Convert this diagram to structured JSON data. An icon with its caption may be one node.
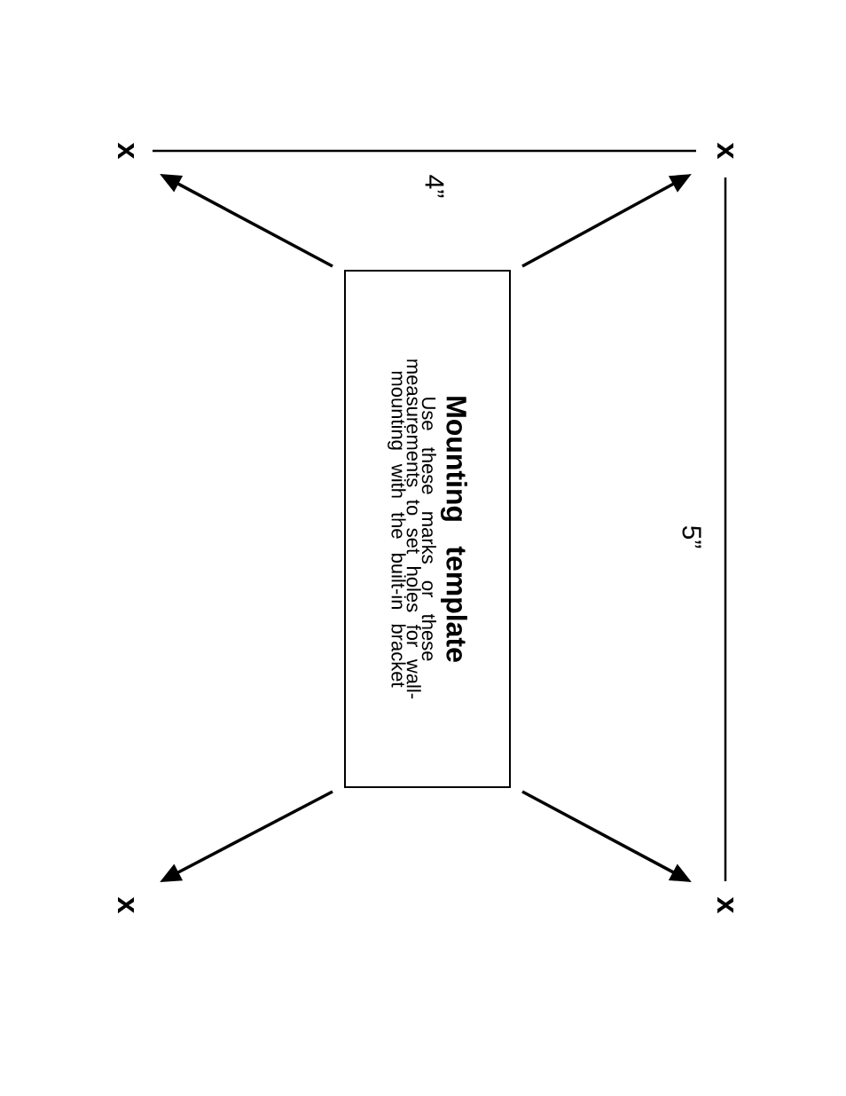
{
  "diagram": {
    "nodes": [
      {
        "text": [
          "Mounting template",
          "Use these marks or these measurements to set holes for wall-mounting with the built-in bracket"
        ]
      },
      {
        "text": [
          "x"
        ]
      },
      {
        "text": [
          "x"
        ]
      },
      {
        "text": [
          "x"
        ]
      },
      {
        "text": [
          "x"
        ]
      }
    ],
    "edges": [
      {
        "from": 0,
        "to": 1,
        "arrow": "to"
      },
      {
        "from": 0,
        "to": 2,
        "arrow": "to"
      },
      {
        "from": 0,
        "to": 3,
        "arrow": "to"
      },
      {
        "from": 0,
        "to": 4,
        "arrow": "to"
      }
    ],
    "labels": [
      "4”",
      "5”"
    ]
  }
}
